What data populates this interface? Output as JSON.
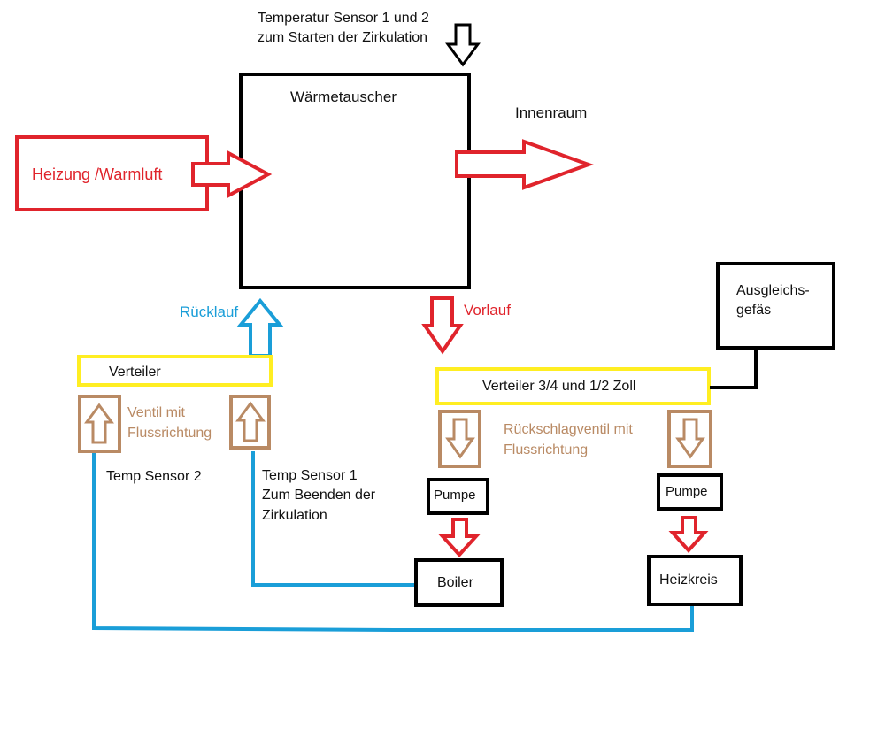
{
  "colors": {
    "red": "#e0242c",
    "black": "#000000",
    "yellow": "#ffee22",
    "blue": "#1a9ed8",
    "brown": "#b98a64"
  },
  "labels": {
    "top_sensor_line1": "Temperatur Sensor 1 und 2",
    "top_sensor_line2": "zum Starten der Zirkulation",
    "heat_exchanger": "Wärmetauscher",
    "interior": "Innenraum",
    "heating": "Heizung /Warmluft",
    "return_flow": "Rücklauf",
    "supply_flow": "Vorlauf",
    "expansion_tank_line1": "Ausgleichs-",
    "expansion_tank_line2": "gefäs",
    "distributor_left": "Verteiler",
    "distributor_right": "Verteiler 3/4 und 1/2 Zoll",
    "valve_line1": "Ventil mit",
    "valve_line2": "Flussrichtung",
    "check_valve_line1": "Rückschlagventil mit",
    "check_valve_line2": "Flussrichtung",
    "temp_sensor_2": "Temp Sensor 2",
    "temp_sensor_1_line1": "Temp Sensor 1",
    "temp_sensor_1_line2": "Zum Beenden der",
    "temp_sensor_1_line3": "Zirkulation",
    "pump_left": "Pumpe",
    "pump_right": "Pumpe",
    "boiler": "Boiler",
    "heating_circuit": "Heizkreis"
  }
}
